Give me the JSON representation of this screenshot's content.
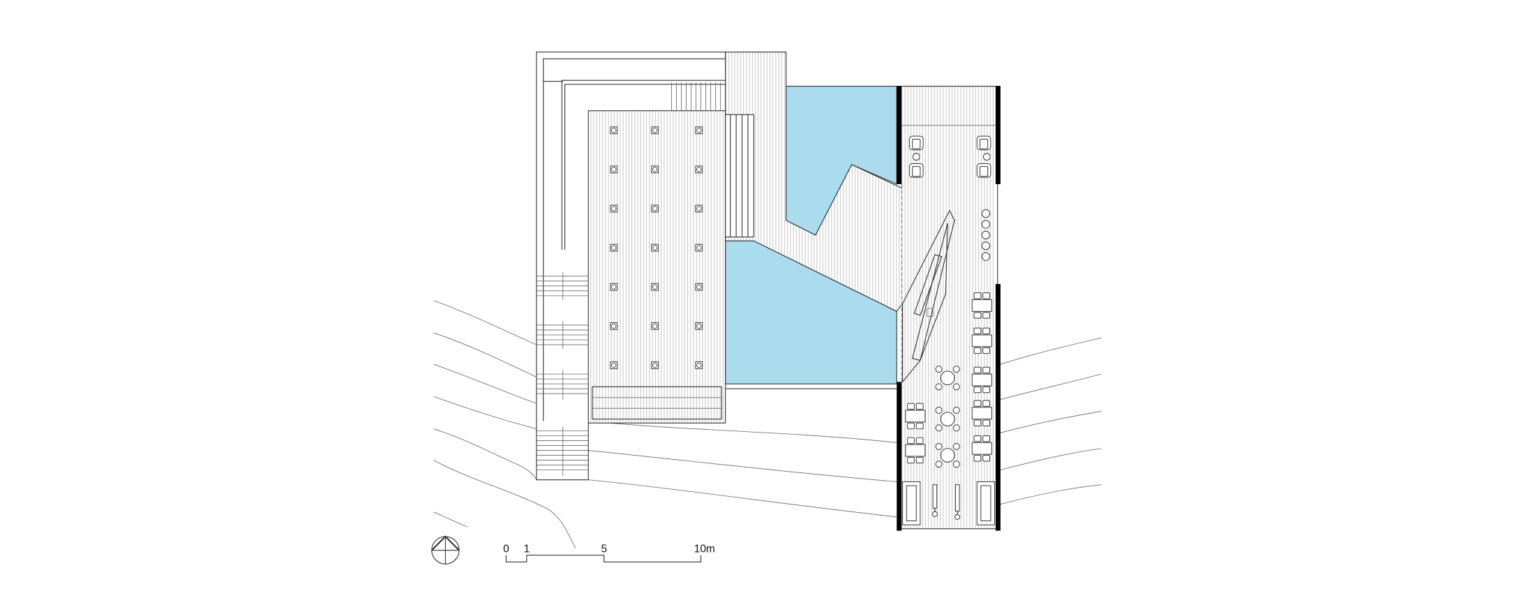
{
  "drawing": {
    "type": "site floor plan",
    "colors": {
      "water": "#aadcee",
      "line": "#333333",
      "wall": "#000000",
      "background": "#ffffff"
    }
  },
  "scale_bar": {
    "labels": [
      "0",
      "1",
      "5",
      "10m"
    ]
  },
  "north_arrow": {
    "icon": "north-arrow-icon"
  }
}
